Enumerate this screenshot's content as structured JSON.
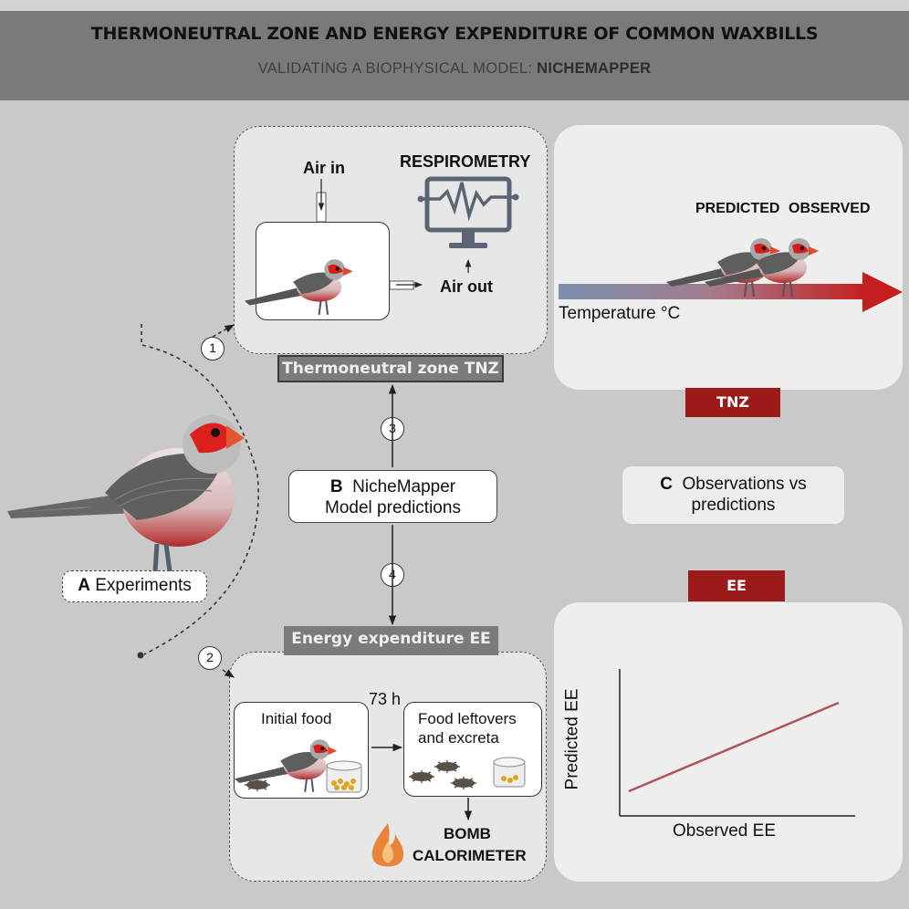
{
  "header": {
    "title": "THERMONEUTRAL ZONE AND ENERGY EXPENDITURE OF COMMON WAXBILLS",
    "subtitle_prefix": "VALIDATING A BIOPHYSICAL MODEL: ",
    "subtitle_emphasis": "NICHEMAPPER"
  },
  "respirometry": {
    "title": "RESPIROMETRY",
    "air_in": "Air in",
    "air_out": "Air out",
    "tag": "Thermoneutral zone TNZ"
  },
  "tnz_panel": {
    "predicted": "PREDICTED",
    "observed": "OBSERVED",
    "axis_label": "Temperature °C",
    "tag": "TNZ"
  },
  "steps": [
    "1",
    "2",
    "3",
    "4"
  ],
  "experiments": {
    "letter": "A",
    "label": "Experiments"
  },
  "model": {
    "letter": "B",
    "line1": "NicheMapper",
    "line2": "Model predictions"
  },
  "comparison": {
    "letter": "C",
    "line1": "Observations vs",
    "line2": "predictions"
  },
  "energy": {
    "tag": "Energy expenditure EE",
    "duration": "73 h",
    "initial_food": "Initial food",
    "leftovers_line1": "Food leftovers",
    "leftovers_line2": "and excreta",
    "bomb_line1": "BOMB",
    "bomb_line2": "CALORIMETER"
  },
  "ee_panel": {
    "tag": "EE",
    "ylabel": "Predicted EE",
    "xlabel": "Observed EE"
  },
  "colors": {
    "background": "#c9c9c9",
    "header": "#7a7a7a",
    "accent_red": "#9b1b1b",
    "arrow_cool": "#7a8fae",
    "arrow_warm": "#c41e1e",
    "trend_line": "#b0555c"
  }
}
